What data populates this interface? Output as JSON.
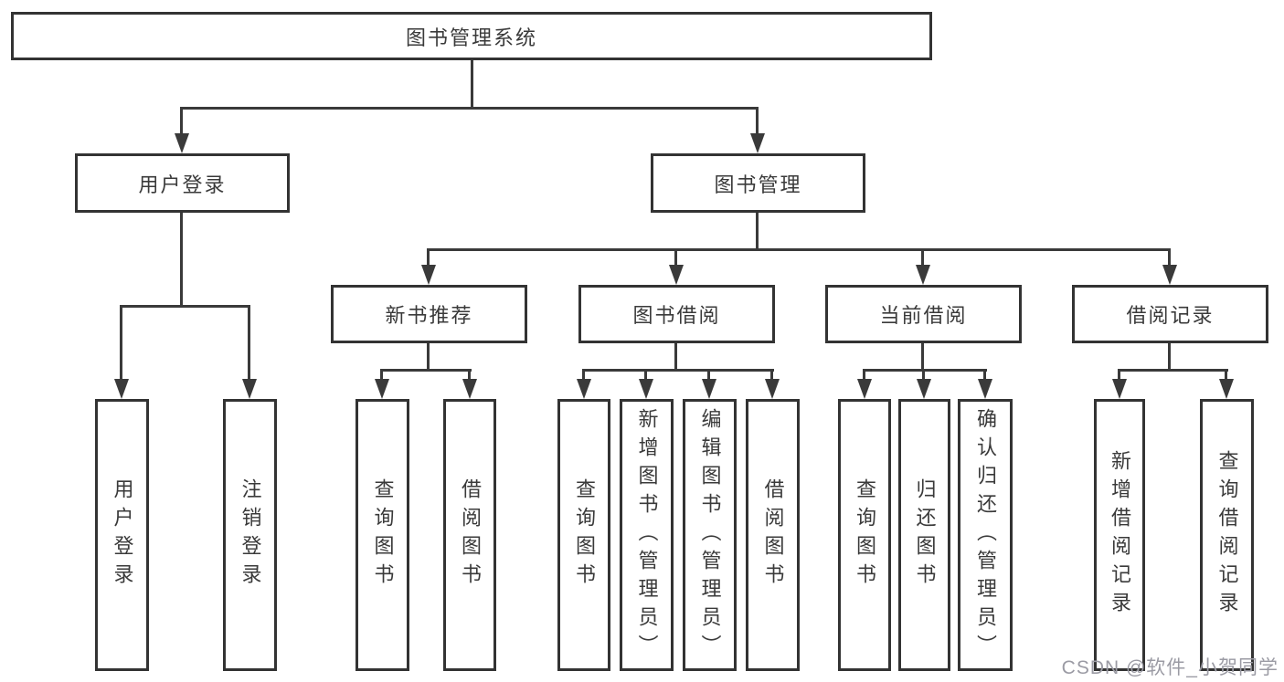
{
  "tree": {
    "label": "图书管理系统",
    "children": [
      {
        "label": "用户登录",
        "children": [
          {
            "label": "用户登录"
          },
          {
            "label": "注销登录"
          }
        ]
      },
      {
        "label": "图书管理",
        "children": [
          {
            "label": "新书推荐",
            "children": [
              {
                "label": "查询图书"
              },
              {
                "label": "借阅图书"
              }
            ]
          },
          {
            "label": "图书借阅",
            "children": [
              {
                "label": "查询图书"
              },
              {
                "label": "新增图书（管理员）"
              },
              {
                "label": "编辑图书（管理员）"
              },
              {
                "label": "借阅图书"
              }
            ]
          },
          {
            "label": "当前借阅",
            "children": [
              {
                "label": "查询图书"
              },
              {
                "label": "归还图书"
              },
              {
                "label": "确认归还（管理员）"
              }
            ]
          },
          {
            "label": "借阅记录",
            "children": [
              {
                "label": "新增借阅记录"
              },
              {
                "label": "查询借阅记录"
              }
            ]
          }
        ]
      }
    ]
  },
  "watermark": "CSDN @软件_小贺同学",
  "colors": {
    "line": "#3a3a3a",
    "box_border": "#333333",
    "text": "#3a3a3a",
    "bg": "#ffffff",
    "watermark": "#9b9ba4"
  }
}
